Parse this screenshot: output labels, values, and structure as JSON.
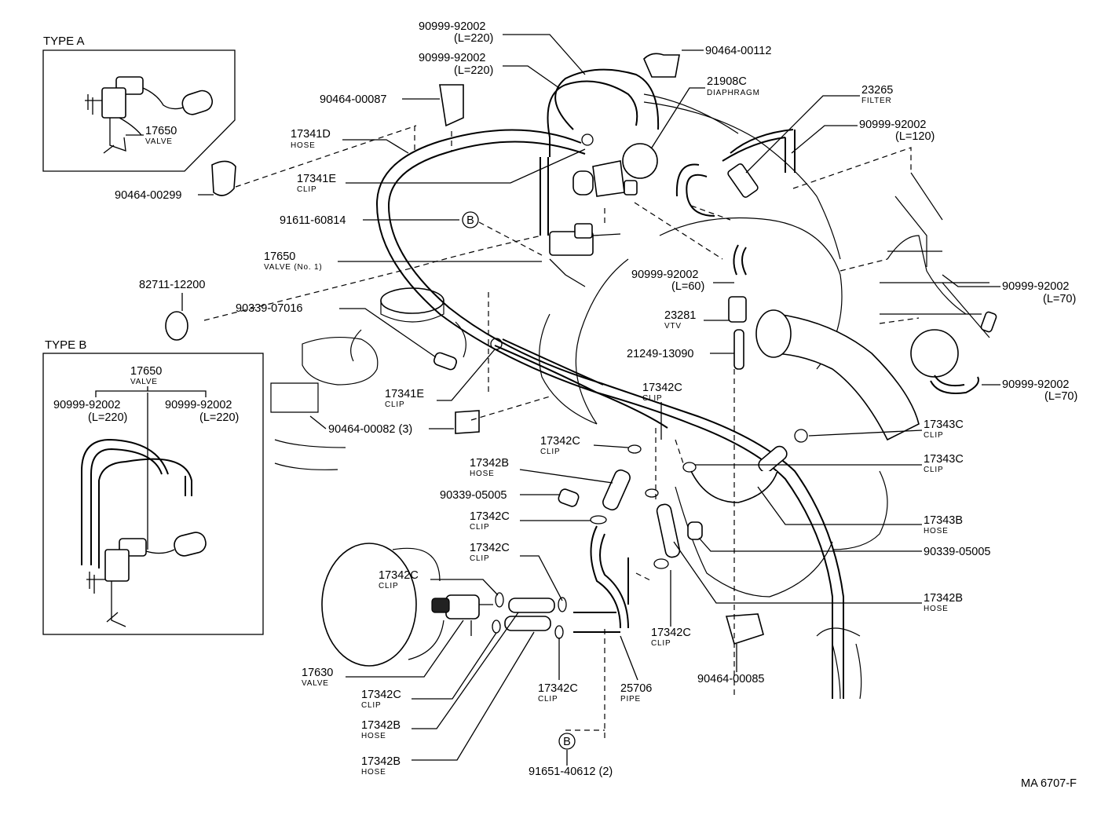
{
  "figure_code": "MA 6707-F",
  "boxes": {
    "type_a": {
      "title": "TYPE A",
      "part": "17650",
      "sub": "VALVE"
    },
    "type_b": {
      "title": "TYPE B",
      "part": "17650",
      "sub": "VALVE",
      "hose_left": {
        "part": "90999-92002",
        "len": "(L=220)"
      },
      "hose_right": {
        "part": "90999-92002",
        "len": "(L=220)"
      }
    }
  },
  "callouts": [
    {
      "part": "90999-92002",
      "sub": "(L=220)"
    },
    {
      "part": "90999-92002",
      "sub": "(L=220)"
    },
    {
      "part": "90464-00112",
      "sub": ""
    },
    {
      "part": "90464-00087",
      "sub": ""
    },
    {
      "part": "21908C",
      "sub": "DIAPHRAGM"
    },
    {
      "part": "23265",
      "sub": "FILTER"
    },
    {
      "part": "90999-92002",
      "sub": "(L=120)"
    },
    {
      "part": "17341D",
      "sub": "HOSE"
    },
    {
      "part": "17341E",
      "sub": "CLIP"
    },
    {
      "part": "90464-00299",
      "sub": ""
    },
    {
      "part": "91611-60814",
      "sub": ""
    },
    {
      "part": "17650",
      "sub": "VALVE (No. 1)"
    },
    {
      "part": "90999-92002",
      "sub": "(L=60)"
    },
    {
      "part": "90999-92002",
      "sub": "(L=70)"
    },
    {
      "part": "82711-12200",
      "sub": ""
    },
    {
      "part": "90339-07016",
      "sub": ""
    },
    {
      "part": "23281",
      "sub": "VTV"
    },
    {
      "part": "21249-13090",
      "sub": ""
    },
    {
      "part": "90999-92002",
      "sub": "(L=70)"
    },
    {
      "part": "17341E",
      "sub": "CLIP"
    },
    {
      "part": "17342C",
      "sub": "CLIP"
    },
    {
      "part": "17343C",
      "sub": "CLIP"
    },
    {
      "part": "90464-00082 (3)",
      "sub": ""
    },
    {
      "part": "17342C",
      "sub": "CLIP"
    },
    {
      "part": "17343C",
      "sub": "CLIP"
    },
    {
      "part": "17342B",
      "sub": "HOSE"
    },
    {
      "part": "90339-05005",
      "sub": ""
    },
    {
      "part": "17343B",
      "sub": "HOSE"
    },
    {
      "part": "17342C",
      "sub": "CLIP"
    },
    {
      "part": "90339-05005",
      "sub": ""
    },
    {
      "part": "17342C",
      "sub": "CLIP"
    },
    {
      "part": "17342B",
      "sub": "HOSE"
    },
    {
      "part": "17342C",
      "sub": "CLIP"
    },
    {
      "part": "17342C",
      "sub": "CLIP"
    },
    {
      "part": "90464-00085",
      "sub": ""
    },
    {
      "part": "17630",
      "sub": "VALVE"
    },
    {
      "part": "17342C",
      "sub": "CLIP"
    },
    {
      "part": "25706",
      "sub": "PIPE"
    },
    {
      "part": "17342C",
      "sub": "CLIP"
    },
    {
      "part": "17342B",
      "sub": "HOSE"
    },
    {
      "part": "17342B",
      "sub": "HOSE"
    },
    {
      "part": "91651-40612 (2)",
      "sub": ""
    }
  ],
  "markers": [
    {
      "letter": "B"
    },
    {
      "letter": "B"
    }
  ]
}
